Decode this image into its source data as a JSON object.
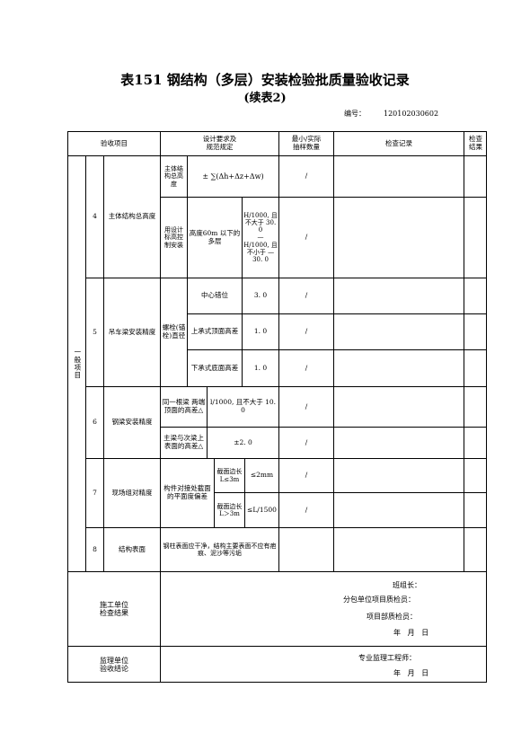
{
  "header": {
    "title": "表151 钢结构（多层）安装检验批质量验收记录",
    "subtitle": "(续表2)",
    "code_label": "编号：",
    "code_value": "120102030602"
  },
  "table_head": {
    "item": "验收项目",
    "design": "设计要求及\n规范规定",
    "sample": "最小/实际\n抽样数量",
    "record": "检查记录",
    "result": "检查\n结果"
  },
  "category": "一般项目",
  "rows": {
    "r4": {
      "no": "4",
      "name": "主体结构总高度",
      "sub1_label": "主体结构总高度",
      "sub1_req": "±  ∑(Δh+Δz+Δw)",
      "sub1_sample": "/",
      "sub2_label": "用设计标高控制安装",
      "sub2_desc": "高度60m 以下的多层",
      "sub2_req": "H/1000, 且不大于 30. 0\n—\nH/1000, 且不小于 —30. 0",
      "sub2_sample": "/"
    },
    "r5": {
      "no": "5",
      "name": "吊车梁安装精度",
      "group": "螺栓(锚栓)直径",
      "items": [
        {
          "label": "中心错位",
          "value": "3. 0",
          "sample": "/"
        },
        {
          "label": "上承式顶面高差",
          "value": "1. 0",
          "sample": "/"
        },
        {
          "label": "下承式底面高差",
          "value": "1. 0",
          "sample": "/"
        }
      ]
    },
    "r6": {
      "no": "6",
      "name": "钢梁安装精度",
      "items": [
        {
          "label": "同一根梁 两端顶面的高差△",
          "value": "l/1000, 且不大于 10. 0",
          "sample": "/"
        },
        {
          "label": "主梁与次梁上表面的高差△",
          "value": "±2. 0",
          "sample": "/"
        }
      ]
    },
    "r7": {
      "no": "7",
      "name": "现场组对精度",
      "group": "构件对接处截面的平面度偏差",
      "items": [
        {
          "label": "截面边长L≤3m",
          "value": "≤2mm",
          "sample": "/"
        },
        {
          "label": "截面边长L＞3m",
          "value": "≤L/1500",
          "sample": "/"
        }
      ]
    },
    "r8": {
      "no": "8",
      "name": "结构表面",
      "req": "钢柱表面应干净，结构主要表面不应有疤痕、泥沙等污垢"
    }
  },
  "construction": {
    "label": "施工单位\n检查结果",
    "leader": "班组长：",
    "inspector": "分包单位项目质检员：",
    "dept_inspector": "项目部质检员：",
    "date": "年   月   日"
  },
  "supervision": {
    "label": "监理单位\n验收结论",
    "engineer": "专业监理工程师：",
    "date": "年   月   日"
  }
}
